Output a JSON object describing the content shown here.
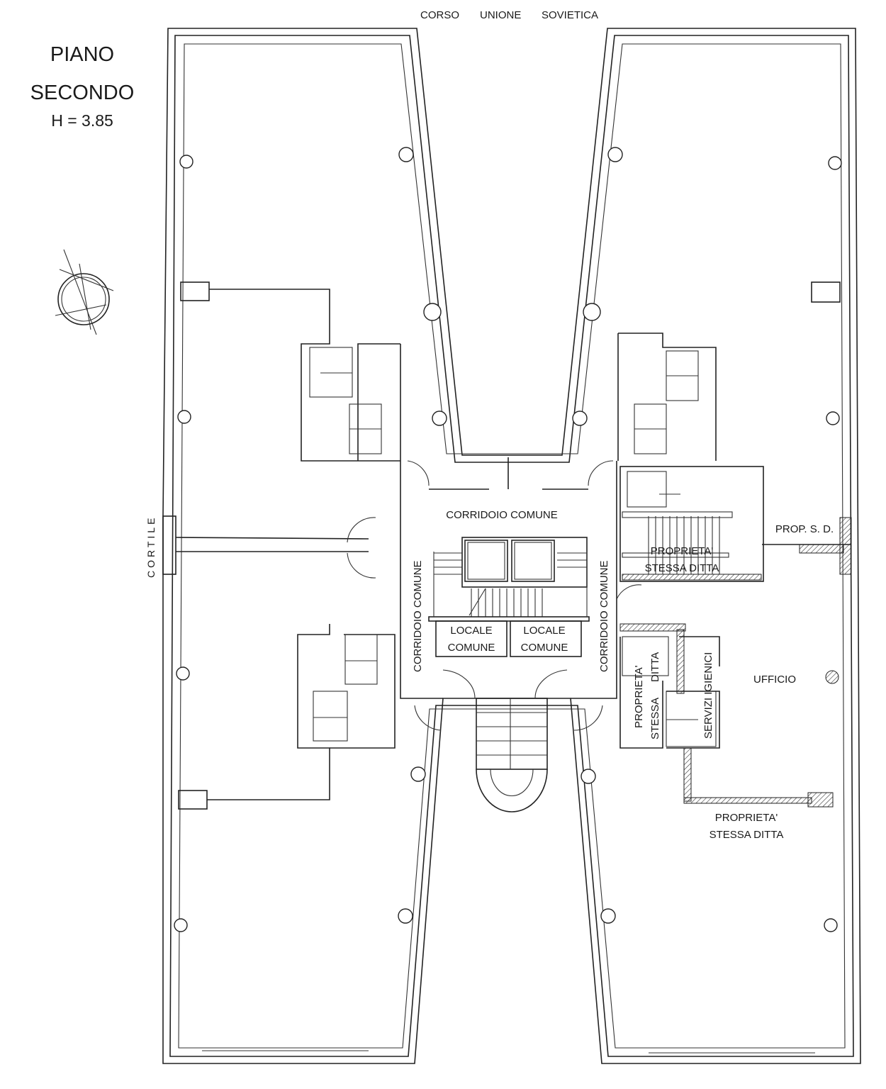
{
  "title": {
    "line1": "PIANO",
    "line2": "SECONDO",
    "height": "H = 3.85"
  },
  "street": {
    "w1": "CORSO",
    "w2": "UNIONE",
    "w3": "SOVIETICA"
  },
  "labels": {
    "cortile": "CORTILE",
    "corridoio_top": "CORRIDOIO COMUNE",
    "corridoio_left": "CORRIDOIO COMUNE",
    "corridoio_right": "CORRIDOIO COMUNE",
    "locale_left": [
      "LOCALE",
      "COMUNE"
    ],
    "locale_right": [
      "LOCALE",
      "COMUNE"
    ],
    "prop_stair": [
      "PROPRIETA'",
      "STESSA  DITTA"
    ],
    "prop_sd": "PROP. S. D.",
    "prop_vertical": [
      "PROPRIETA'",
      "STESSA",
      "DITTA"
    ],
    "servizi": "SERVIZI IGIENICI",
    "ufficio": "UFFICIO",
    "prop_bottom": [
      "PROPRIETA'",
      "STESSA  DITTA"
    ]
  },
  "colors": {
    "line": "#222222",
    "paper": "#ffffff"
  }
}
